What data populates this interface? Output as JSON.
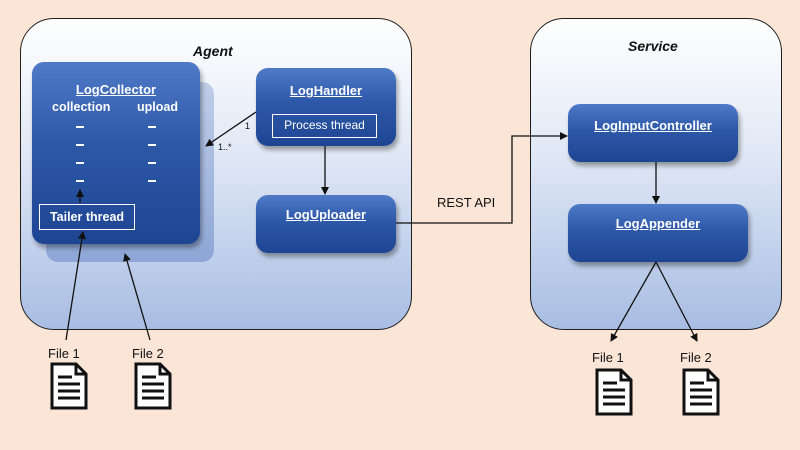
{
  "agent": {
    "title": "Agent"
  },
  "service": {
    "title": "Service"
  },
  "log_collector": {
    "title": "LogCollector",
    "col_collection": "collection",
    "col_upload": "upload",
    "tailer_thread": "Tailer thread"
  },
  "log_handler": {
    "title": "LogHandler",
    "process_thread": "Process thread"
  },
  "log_uploader": {
    "title": "LogUploader"
  },
  "log_input_controller": {
    "title": "LogInputController"
  },
  "log_appender": {
    "title": "LogAppender"
  },
  "rest_api": "REST API",
  "multiplicity": {
    "one": "1",
    "many": "1..*"
  },
  "agent_files": [
    "File 1",
    "File 2"
  ],
  "service_files": [
    "File 1",
    "File 2"
  ]
}
